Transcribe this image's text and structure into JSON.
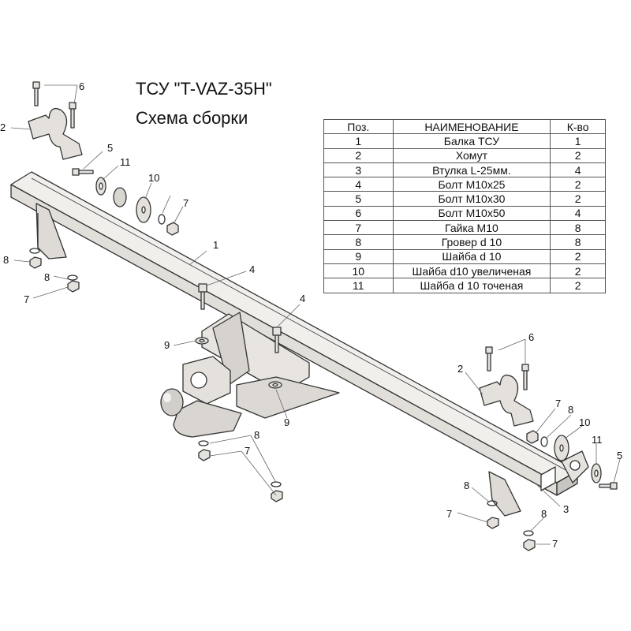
{
  "title": {
    "line1": "ТСУ \"T-VAZ-35H\"",
    "line2": "Схема сборки"
  },
  "table": {
    "headers": [
      "Поз.",
      "НАИМЕНОВАНИЕ",
      "К-во"
    ],
    "rows": [
      [
        "1",
        "Балка ТСУ",
        "1"
      ],
      [
        "2",
        "Хомут",
        "2"
      ],
      [
        "3",
        "Втулка L-25мм.",
        "4"
      ],
      [
        "4",
        "Болт М10х25",
        "2"
      ],
      [
        "5",
        "Болт М10х30",
        "2"
      ],
      [
        "6",
        "Болт М10х50",
        "4"
      ],
      [
        "7",
        "Гайка  М10",
        "8"
      ],
      [
        "8",
        "Гровер d 10",
        "8"
      ],
      [
        "9",
        "Шайба d 10",
        "2"
      ],
      [
        "10",
        "Шайба d10 увеличеная",
        "2"
      ],
      [
        "11",
        "Шайба d 10 точеная",
        "2"
      ]
    ]
  },
  "callouts": [
    "1",
    "2",
    "2",
    "3",
    "4",
    "4",
    "5",
    "5",
    "6",
    "6",
    "7",
    "7",
    "7",
    "7",
    "7",
    "8",
    "8",
    "8",
    "8",
    "8",
    "8",
    "9",
    "9",
    "10",
    "10",
    "11",
    "11"
  ],
  "colors": {
    "part_fill": "#e9e7e4",
    "part_shade": "#c9c6c2",
    "outline": "#333333",
    "leader": "#666666",
    "text": "#111111"
  }
}
